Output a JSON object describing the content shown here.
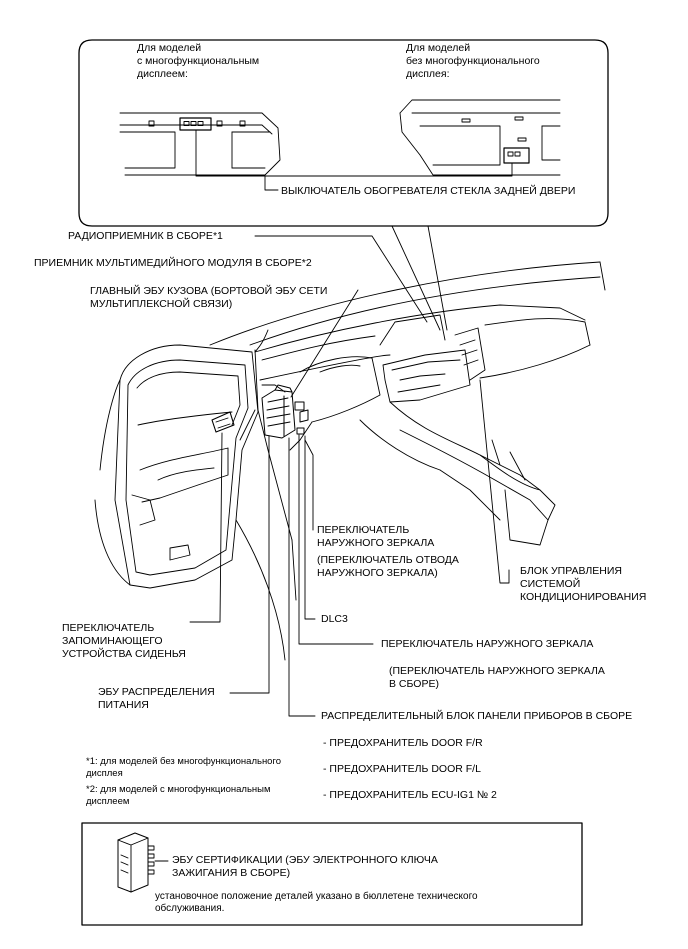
{
  "colors": {
    "line": "#000000",
    "background": "#ffffff"
  },
  "inset": {
    "with_display": "Для моделей\nс многофункциональным\nдисплеем:",
    "without_display": "Для моделей\nбез многофункционального\nдисплея:",
    "rear_defogger_switch": "ВЫКЛЮЧАТЕЛЬ ОБОГРЕВАТЕЛЯ СТЕКЛА ЗАДНЕЙ ДВЕРИ"
  },
  "labels": {
    "radio": "РАДИОПРИЕМНИК В СБОРЕ*1",
    "multimedia": "ПРИЕМНИК МУЛЬТИМЕДИЙНОГО МОДУЛЯ В СБОРЕ*2",
    "body_ecu": "ГЛАВНЫЙ ЭБУ КУЗОВА (БОРТОВОЙ ЭБУ СЕТИ\nМУЛЬТИПЛЕКСНОЙ СВЯЗИ)",
    "mirror_switch": "ПЕРЕКЛЮЧАТЕЛЬ\nНАРУЖНОГО ЗЕРКАЛА",
    "mirror_retract": "(ПЕРЕКЛЮЧАТЕЛЬ ОТВОДА\nНАРУЖНОГО ЗЕРКАЛА)",
    "ac_control": "БЛОК УПРАВЛЕНИЯ\nСИСТЕМОЙ\nКОНДИЦИОНИРОВАНИЯ",
    "seat_memory": "ПЕРЕКЛЮЧАТЕЛЬ\nЗАПОМИНАЮЩЕГО\nУСТРОЙСТВА СИДЕНЬЯ",
    "dlc3": "DLC3",
    "mirror_switch2": "ПЕРЕКЛЮЧАТЕЛЬ НАРУЖНОГО ЗЕРКАЛА",
    "mirror_switch_assy": "(ПЕРЕКЛЮЧАТЕЛЬ НАРУЖНОГО ЗЕРКАЛА\nВ СБОРЕ)",
    "power_ecu": "ЭБУ РАСПРЕДЕЛЕНИЯ\nПИТАНИЯ",
    "junction_block": "РАСПРЕДЕЛИТЕЛЬНЫЙ БЛОК ПАНЕЛИ ПРИБОРОВ В СБОРЕ",
    "fuse_door_fr": "- ПРЕДОХРАНИТЕЛЬ DOOR F/R",
    "fuse_door_fl": "- ПРЕДОХРАНИТЕЛЬ DOOR F/L",
    "fuse_ecu_ig1": "- ПРЕДОХРАНИТЕЛЬ ECU-IG1 № 2"
  },
  "footnotes": {
    "note1": "*1: для моделей без многофункционального\nдисплея",
    "note2": "*2: для моделей с многофункциональным\nдисплеем"
  },
  "bottom_box": {
    "cert_ecu": "ЭБУ СЕРТИФИКАЦИИ (ЭБУ ЭЛЕКТРОННОГО КЛЮЧА\nЗАЖИГАНИЯ В СБОРЕ)",
    "location_note": "установочное положение деталей указано в бюллетене технического\nобслуживания."
  }
}
